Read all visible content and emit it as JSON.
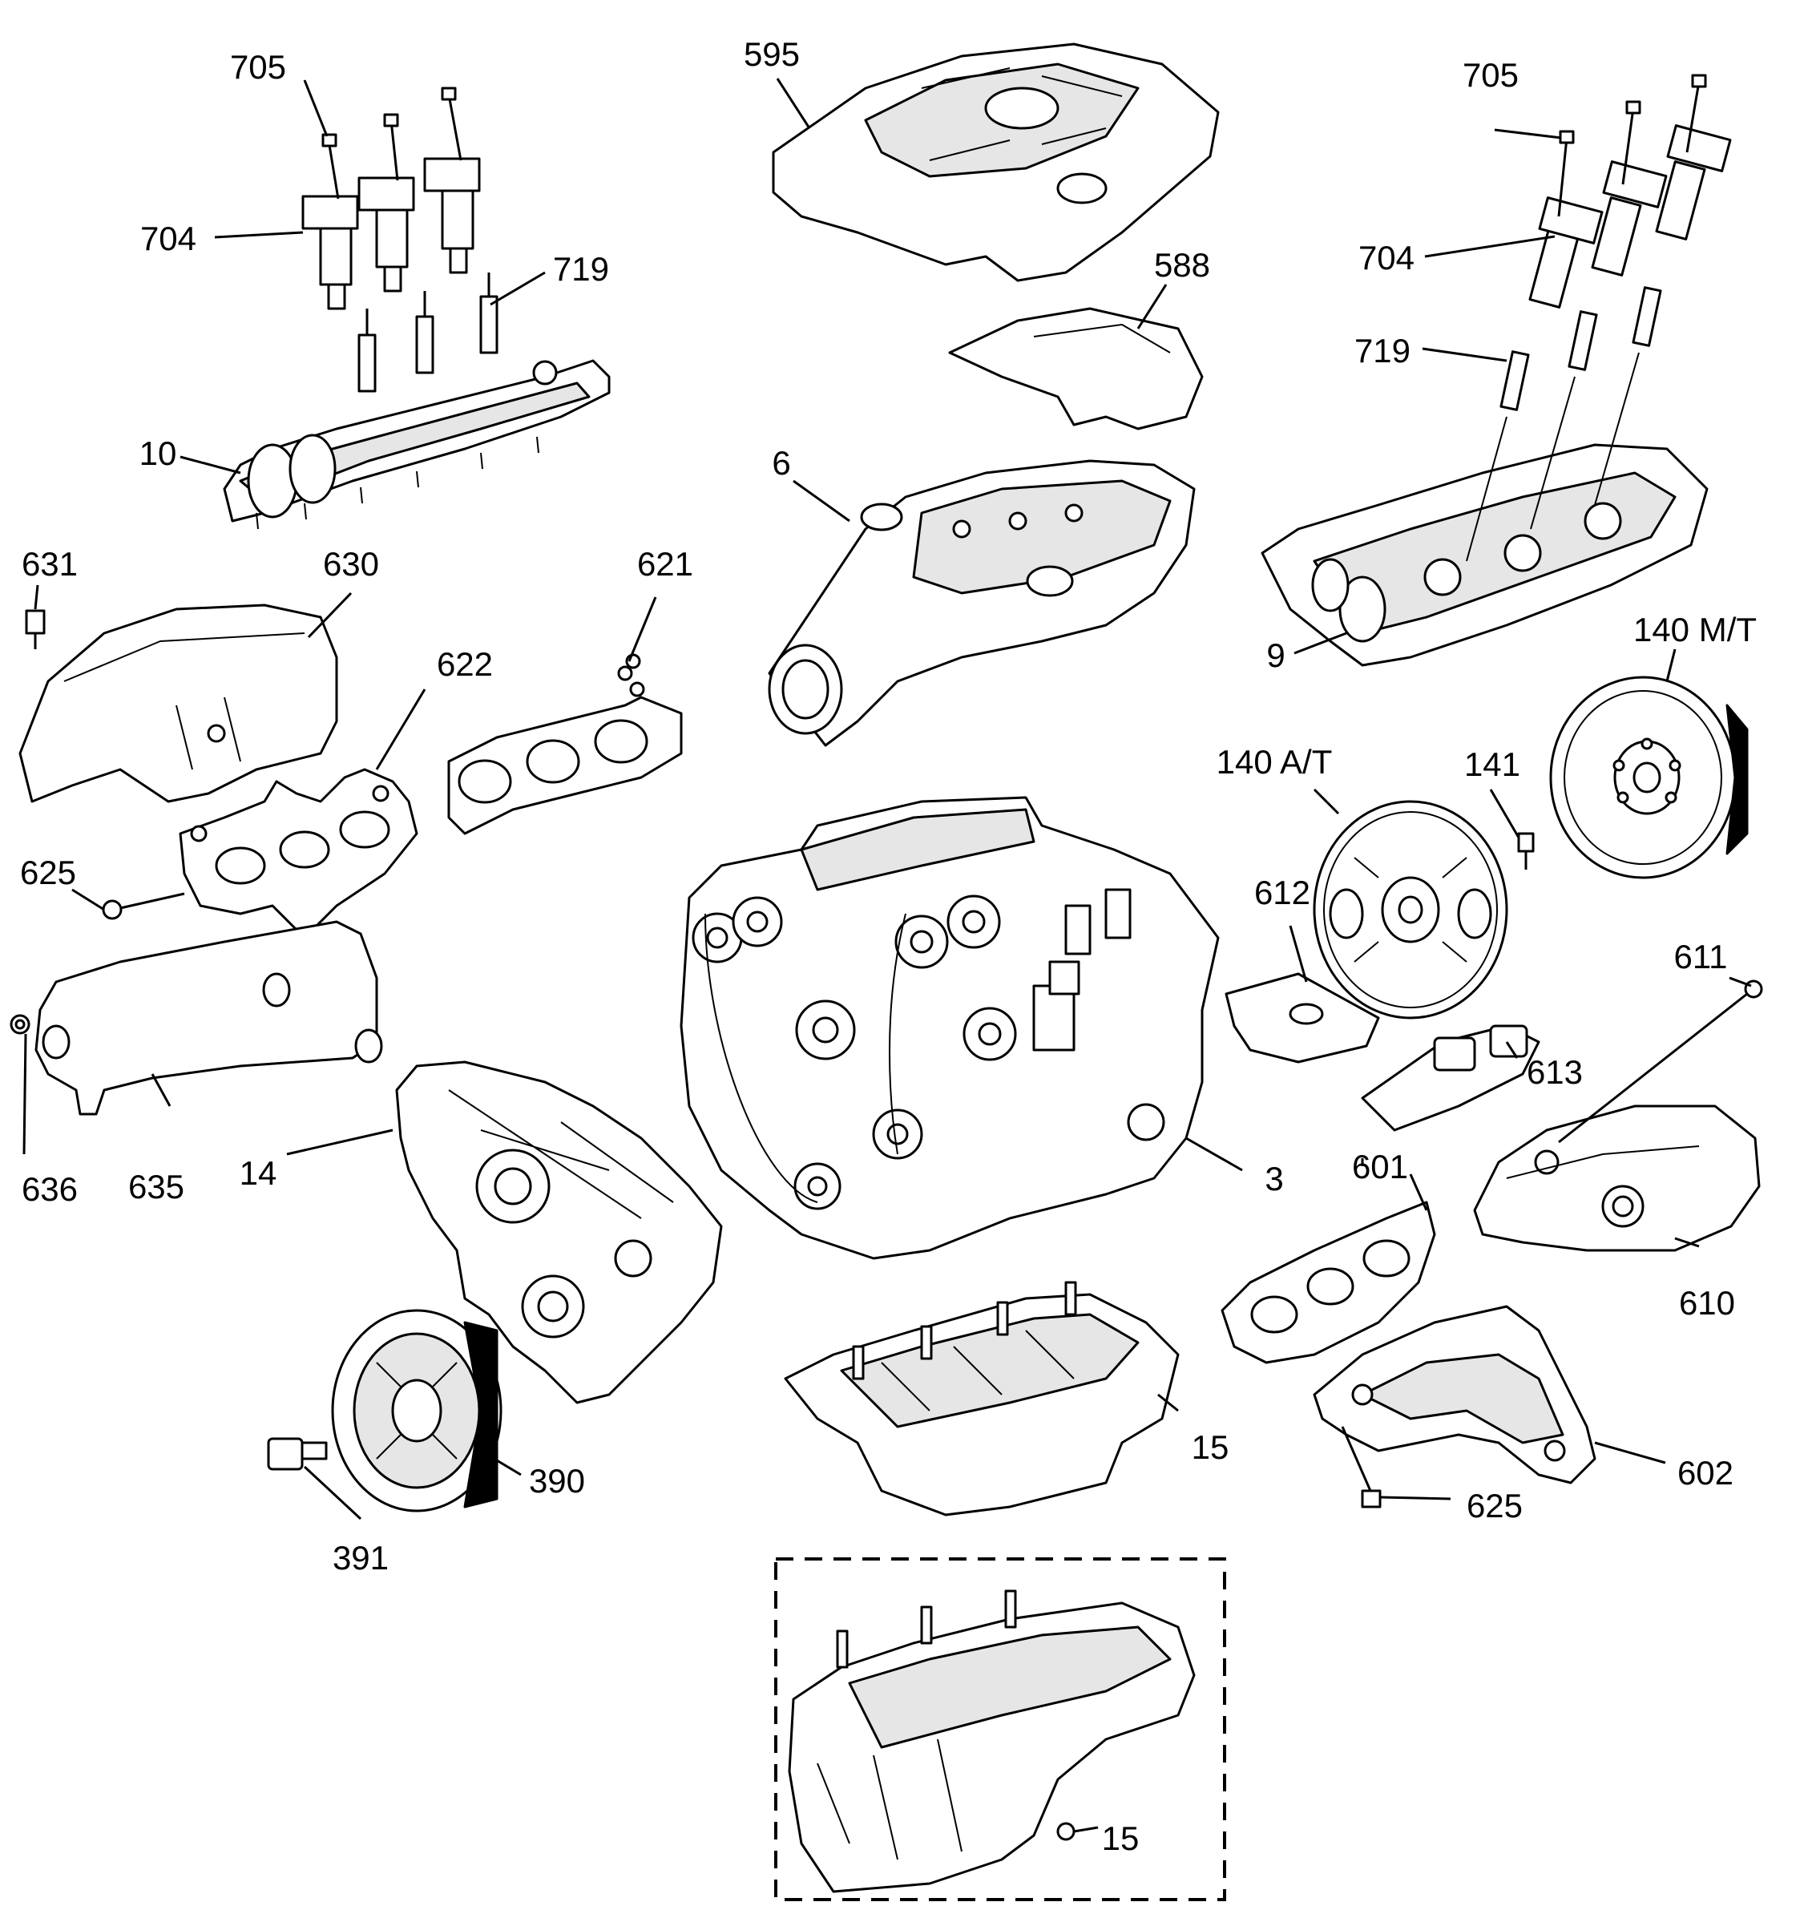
{
  "diagram": {
    "callouts": {
      "c705a": "705",
      "c704a": "704",
      "c719a": "719",
      "c10": "10",
      "c595": "595",
      "c588": "588",
      "c6": "6",
      "c705b": "705",
      "c704b": "704",
      "c719b": "719",
      "c9": "9",
      "c631": "631",
      "c630": "630",
      "c621": "621",
      "c622": "622",
      "c625a": "625",
      "c140mt": "140 M/T",
      "c140at": "140 A/T",
      "c141": "141",
      "c612": "612",
      "c611": "611",
      "c613": "613",
      "c636": "636",
      "c635": "635",
      "c14": "14",
      "c3": "3",
      "c601": "601",
      "c610": "610",
      "c15a": "15",
      "c390": "390",
      "c391": "391",
      "c602": "602",
      "c625b": "625",
      "c15b": "15"
    }
  }
}
